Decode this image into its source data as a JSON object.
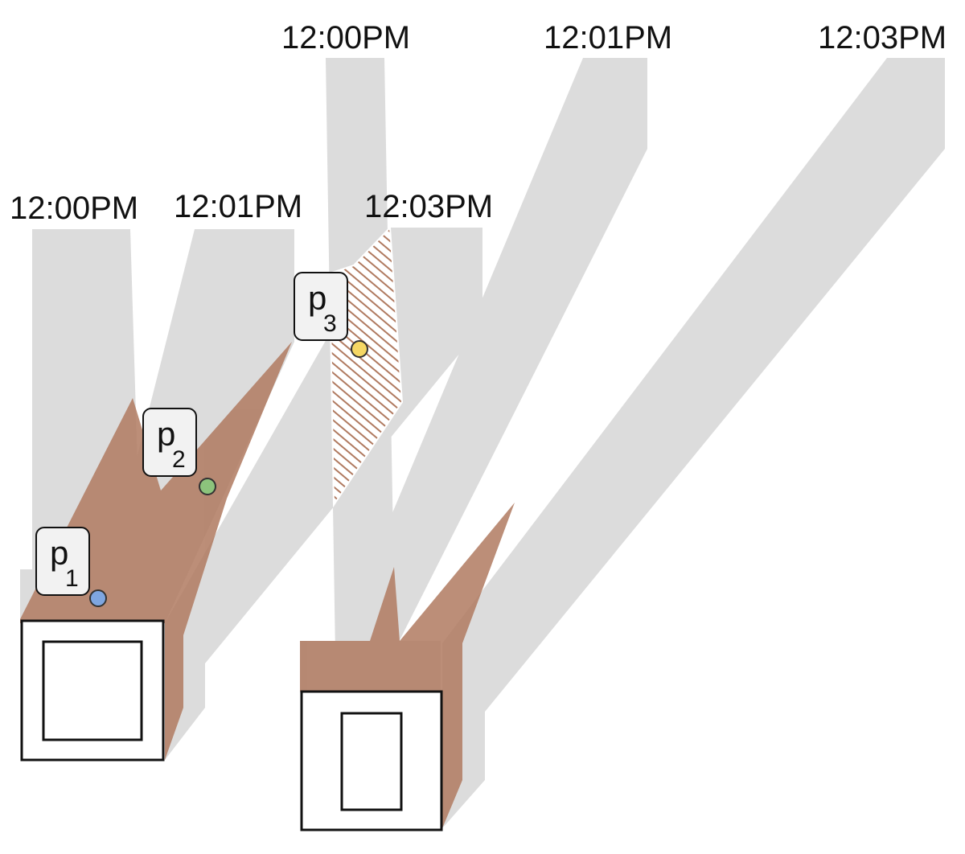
{
  "diagram": {
    "left_group": {
      "times": [
        "12:00PM",
        "12:01PM",
        "12:03PM"
      ]
    },
    "right_group": {
      "times": [
        "12:00PM",
        "12:01PM",
        "12:03PM"
      ]
    },
    "points": [
      {
        "letter": "p",
        "subscript": "1",
        "color": "#7ea6e0"
      },
      {
        "letter": "p",
        "subscript": "2",
        "color": "#8cc47c"
      },
      {
        "letter": "p",
        "subscript": "3",
        "color": "#f5d764"
      }
    ],
    "colors": {
      "beam": "#dcdcdc",
      "frustum": "#b07a60",
      "hatch": "#b07a60",
      "label_box": "#f2f2f2"
    }
  }
}
